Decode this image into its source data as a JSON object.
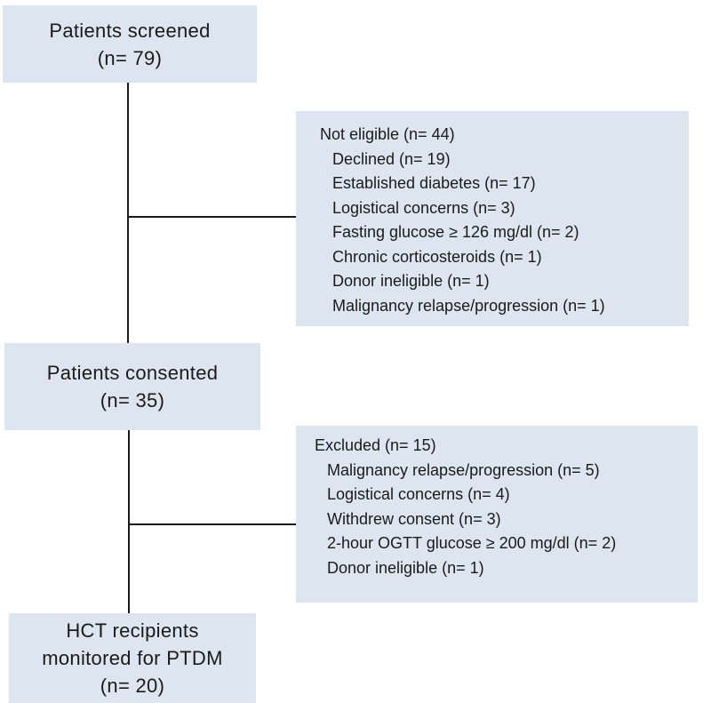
{
  "flow": {
    "screened": {
      "title": "Patients screened",
      "count": "(n= 79)"
    },
    "not_eligible": {
      "heading": "Not eligible (n= 44)",
      "items": [
        "Declined (n= 19)",
        "Established diabetes (n= 17)",
        "Logistical concerns (n= 3)",
        "Fasting glucose ≥ 126 mg/dl (n= 2)",
        "Chronic corticosteroids (n= 1)",
        "Donor ineligible (n= 1)",
        "Malignancy relapse/progression (n= 1)"
      ]
    },
    "consented": {
      "title": "Patients consented",
      "count": "(n= 35)"
    },
    "excluded": {
      "heading": "Excluded (n= 15)",
      "items": [
        "Malignancy relapse/progression (n= 5)",
        "Logistical concerns (n= 4)",
        "Withdrew consent (n= 3)",
        "2-hour OGTT glucose ≥ 200 mg/dl (n= 2)",
        "Donor ineligible (n= 1)"
      ]
    },
    "monitored": {
      "title_line1": "HCT recipients",
      "title_line2": "monitored for PTDM",
      "count": "(n= 20)"
    }
  },
  "colors": {
    "box_fill": "#dde6f0",
    "line": "#1a1a1a",
    "text": "#1a1a1a"
  }
}
